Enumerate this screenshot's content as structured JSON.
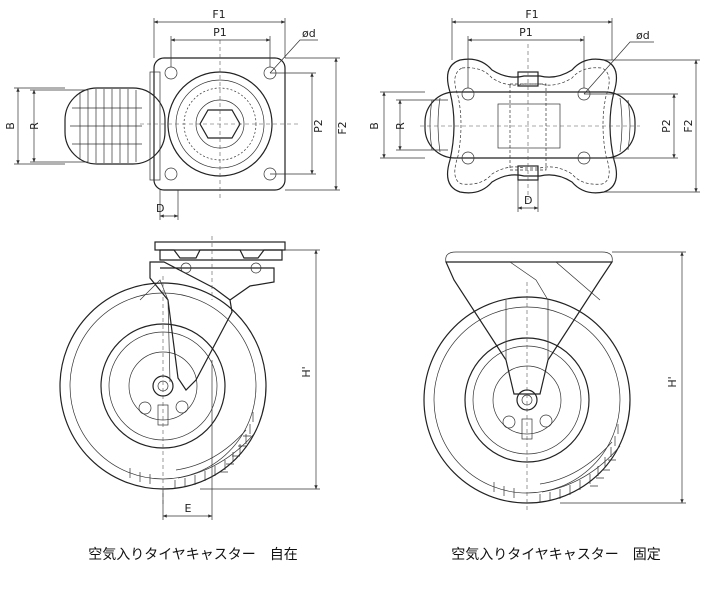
{
  "dim": {
    "F1": "F1",
    "P1": "P1",
    "d": "ød",
    "B": "B",
    "R": "R",
    "P2": "P2",
    "F2": "F2",
    "D": "D",
    "H": "H'",
    "E": "E"
  },
  "captions": {
    "swivel": "空気入りタイヤキャスター　自在",
    "fixed": "空気入りタイヤキャスター　固定"
  }
}
